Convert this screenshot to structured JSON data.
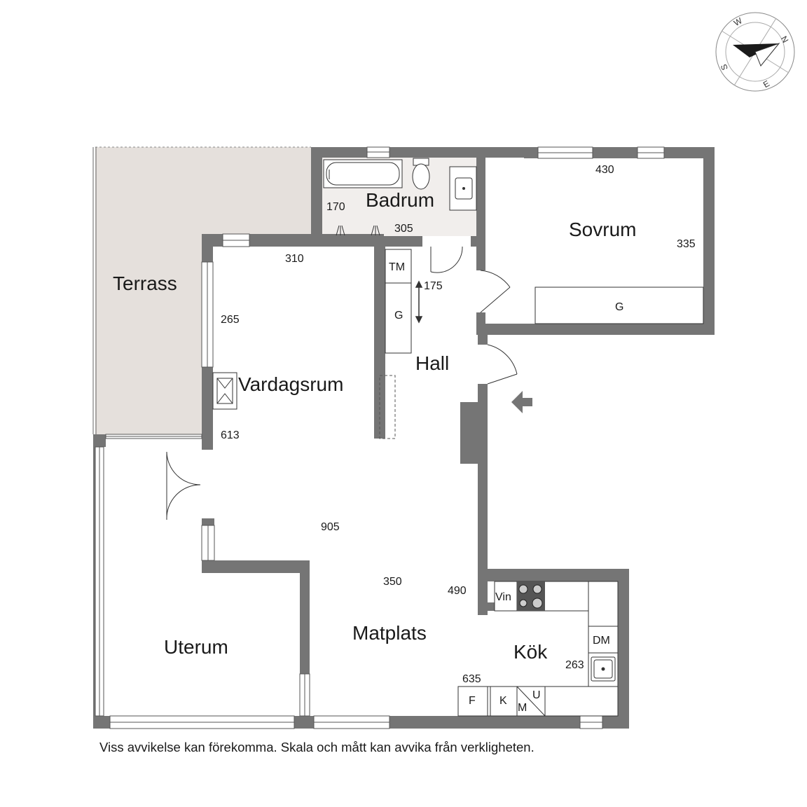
{
  "rooms": {
    "terrass": "Terrass",
    "badrum": "Badrum",
    "sovrum": "Sovrum",
    "vardagsrum": "Vardagsrum",
    "hall": "Hall",
    "uterum": "Uterum",
    "matplats": "Matplats",
    "kok": "Kök"
  },
  "dimensions": {
    "bad_width": "305",
    "bad_depth": "170",
    "sov_width": "430",
    "sov_depth": "335",
    "vard_width": "310",
    "vard_depth": "265",
    "vard_length": "613",
    "hall_depth": "175",
    "total_length": "905",
    "mat_width": "350",
    "mat_depth": "490",
    "kok_width": "635",
    "kok_depth": "263"
  },
  "fixtures": {
    "tm": "TM",
    "g_hall": "G",
    "g_sovrum": "G",
    "vin": "Vin",
    "dm": "DM",
    "f": "F",
    "k": "K",
    "m": "M",
    "u": "U"
  },
  "compass": {
    "n": "N",
    "e": "E",
    "s": "S",
    "w": "W"
  },
  "colors": {
    "wall": "#757575",
    "terrace": "#e5e0dc",
    "bathroom": "#f1eeec",
    "line": "#333333"
  },
  "disclaimer": "Viss avvikelse kan förekomma. Skala och mått kan avvika från verkligheten."
}
